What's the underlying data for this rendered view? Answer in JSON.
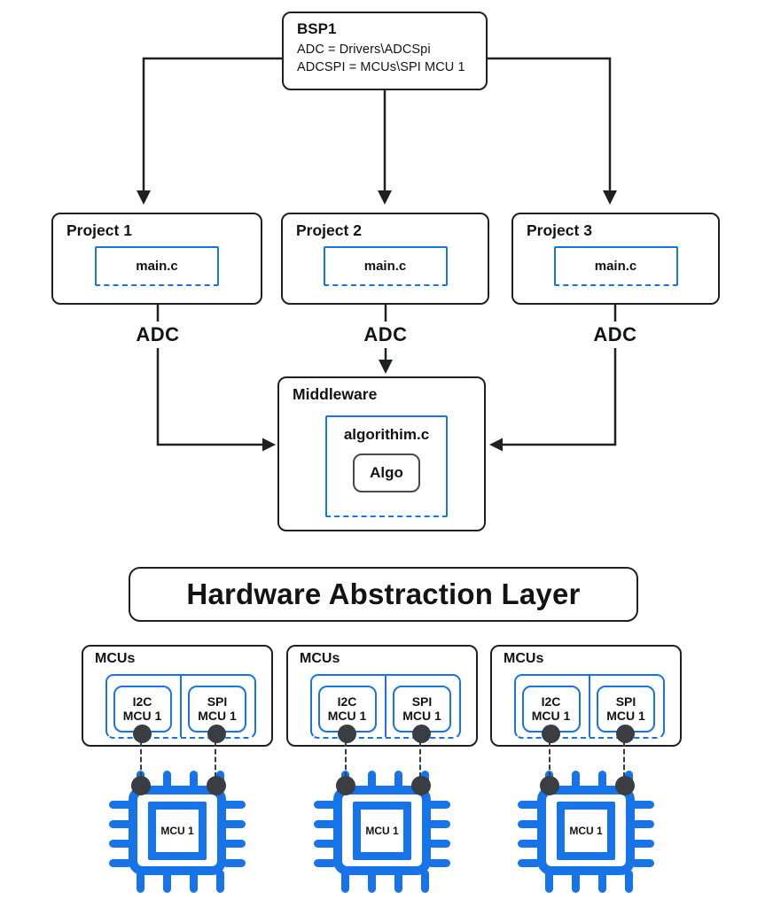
{
  "bsp": {
    "title": "BSP1",
    "mappings": [
      "ADC = Drivers\\ADCSpi",
      "ADCSPI = MCUs\\SPI MCU 1"
    ]
  },
  "projects": [
    {
      "title": "Project 1",
      "file": "main.c"
    },
    {
      "title": "Project 2",
      "file": "main.c"
    },
    {
      "title": "Project 3",
      "file": "main.c"
    }
  ],
  "edge_label": "ADC",
  "middleware": {
    "title": "Middleware",
    "file": "algorithim.c",
    "module": "Algo"
  },
  "hal": {
    "title": "Hardware Abstraction Layer"
  },
  "mcu_groups": [
    {
      "title": "MCUs",
      "drivers": [
        {
          "bus": "I2C",
          "mcu": "MCU 1"
        },
        {
          "bus": "SPI",
          "mcu": "MCU 1"
        }
      ],
      "chip": "MCU 1"
    },
    {
      "title": "MCUs",
      "drivers": [
        {
          "bus": "I2C",
          "mcu": "MCU 1"
        },
        {
          "bus": "SPI",
          "mcu": "MCU 1"
        }
      ],
      "chip": "MCU 1"
    },
    {
      "title": "MCUs",
      "drivers": [
        {
          "bus": "I2C",
          "mcu": "MCU 1"
        },
        {
          "bus": "SPI",
          "mcu": "MCU 1"
        }
      ],
      "chip": "MCU 1"
    }
  ],
  "colors": {
    "accent_blue": "#1673E8",
    "outline_black": "#1E2023",
    "connector_gray": "#3A3D41"
  }
}
